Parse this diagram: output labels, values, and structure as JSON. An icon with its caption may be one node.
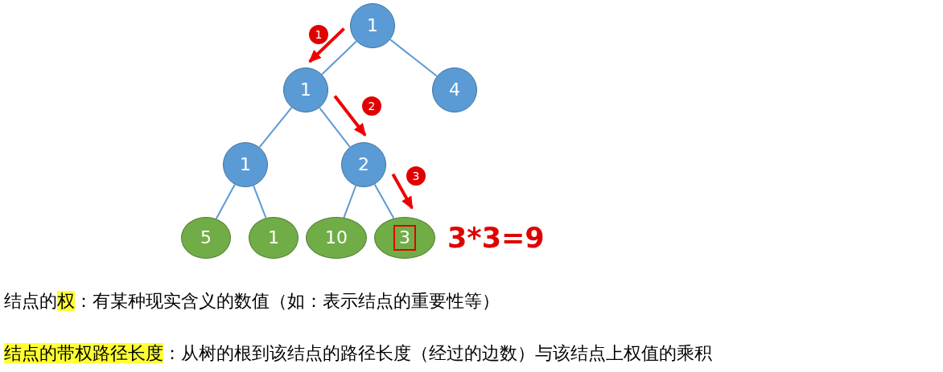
{
  "diagram": {
    "nodes": [
      {
        "text": [
          "1"
        ]
      },
      {
        "text": [
          "1"
        ]
      },
      {
        "text": [
          "4"
        ]
      },
      {
        "text": [
          "1"
        ]
      },
      {
        "text": [
          "2"
        ]
      },
      {
        "text": [
          "5"
        ]
      },
      {
        "text": [
          "1"
        ]
      },
      {
        "text": [
          "10"
        ]
      },
      {
        "text": [
          "3"
        ]
      }
    ],
    "edges": [
      {
        "from": 0,
        "to": 1,
        "arrow": "none"
      },
      {
        "from": 0,
        "to": 2,
        "arrow": "none"
      },
      {
        "from": 1,
        "to": 3,
        "arrow": "none"
      },
      {
        "from": 1,
        "to": 4,
        "arrow": "none"
      },
      {
        "from": 3,
        "to": 5,
        "arrow": "none"
      },
      {
        "from": 3,
        "to": 6,
        "arrow": "none"
      },
      {
        "from": 4,
        "to": 7,
        "arrow": "none"
      },
      {
        "from": 4,
        "to": 8,
        "arrow": "none"
      },
      {
        "from": 0,
        "to": 1,
        "arrow": "to",
        "style": "thick",
        "color": "#f00000"
      },
      {
        "from": 1,
        "to": 4,
        "arrow": "to",
        "style": "thick",
        "color": "#f00000"
      },
      {
        "from": 4,
        "to": 8,
        "arrow": "to",
        "style": "thick",
        "color": "#f00000"
      }
    ],
    "labels": [
      "1",
      "2",
      "3",
      "3*3=9",
      "结点的**权**：有某种现实含义的数值（如：表示结点的重要性等）",
      "**结点的带权路径长度**：从树的根到该结点的路径长度（经过的边数）与该结点上权值的乘积"
    ]
  }
}
